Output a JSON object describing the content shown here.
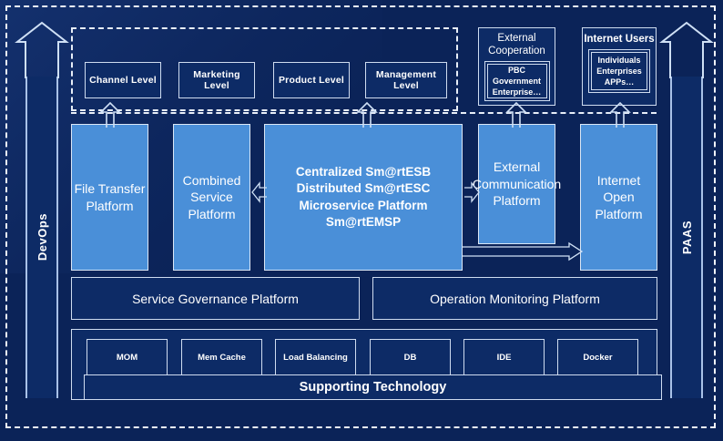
{
  "diagram": {
    "title": "Enterprise Integration Platform Architecture",
    "colors": {
      "background": "#0b2358",
      "dark_box": "#0d2b66",
      "platform_blue": "#4a8fd8",
      "outline": "#cfdcf0",
      "text": "#ffffff"
    }
  },
  "rails": {
    "left": {
      "label": "DevOps",
      "arrow": "up-arrow-icon"
    },
    "right": {
      "label": "PAAS",
      "arrow": "up-arrow-icon"
    }
  },
  "application_layer": {
    "levels": [
      {
        "label": "Channel Level"
      },
      {
        "label": "Marketing Level"
      },
      {
        "label": "Product Level"
      },
      {
        "label": "Management Level"
      }
    ]
  },
  "external_groups": [
    {
      "title": "External Cooperation",
      "title_bold": false,
      "inner": "PBC Government Enterprise…"
    },
    {
      "title": "Internet Users",
      "title_bold": true,
      "inner": "Individuals Enterprises APPs…"
    }
  ],
  "platforms": [
    {
      "label": "File Transfer Platform"
    },
    {
      "label": "Combined Service Platform"
    },
    {
      "label": "Centralized Sm@rtESB\nDistributed Sm@rtESC\nMicroservice Platform Sm@rtEMSP"
    },
    {
      "label": "External Communication Platform"
    },
    {
      "label": "Internet Open Platform"
    }
  ],
  "management_bars": [
    {
      "label": "Service Governance Platform"
    },
    {
      "label": "Operation Monitoring Platform"
    }
  ],
  "supporting_technology": {
    "items": [
      {
        "label": "MOM"
      },
      {
        "label": "Mem Cache"
      },
      {
        "label": "Load Balancing"
      },
      {
        "label": "DB"
      },
      {
        "label": "IDE"
      },
      {
        "label": "Docker"
      }
    ],
    "banner": "Supporting Technology"
  },
  "connectors": [
    {
      "name": "up-arrow-to-channel-level",
      "direction": "up"
    },
    {
      "name": "up-arrow-to-management-level",
      "direction": "up"
    },
    {
      "name": "up-arrow-to-external-cooperation",
      "direction": "up"
    },
    {
      "name": "up-arrow-to-internet-users",
      "direction": "up"
    },
    {
      "name": "left-arrow-combined-to-esb",
      "direction": "left"
    },
    {
      "name": "right-arrow-esb-to-external-comm",
      "direction": "right"
    },
    {
      "name": "long-right-arrow-esb-to-internet-open",
      "direction": "right"
    }
  ]
}
